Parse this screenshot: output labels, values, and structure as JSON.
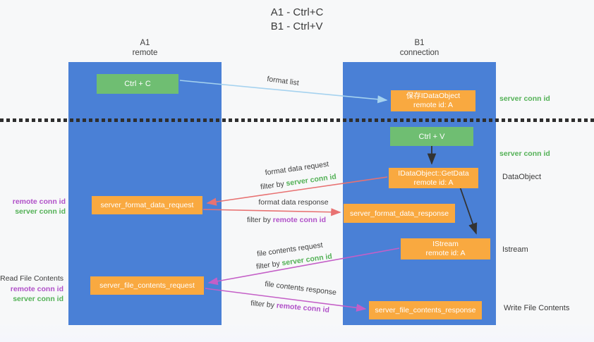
{
  "title": {
    "line1": "A1 - Ctrl+C",
    "line2": "B1 - Ctrl+V"
  },
  "columns": {
    "left": {
      "id": "A1",
      "role": "remote"
    },
    "right": {
      "id": "B1",
      "role": "connection"
    }
  },
  "nodes": {
    "ctrl_c": {
      "label": "Ctrl + C"
    },
    "ctrl_v": {
      "label": "Ctrl + V"
    },
    "save_idataobject": {
      "line1": "保存IDataObject",
      "line2": "remote id: A"
    },
    "idataobject_getdata": {
      "line1": "IDataObject::GetData",
      "line2": "remote id: A"
    },
    "istream": {
      "line1": "IStream",
      "line2": "remote id: A"
    },
    "server_format_data_request": {
      "label": "server_format_data_request"
    },
    "server_format_data_response": {
      "label": "server_format_data_response"
    },
    "server_file_contents_request": {
      "label": "server_file_contents_request"
    },
    "server_file_contents_response": {
      "label": "server_file_contents_response"
    }
  },
  "arrow_labels": {
    "format_list": "format list",
    "format_data_request": "format data request",
    "format_data_response": "format data response",
    "file_contents_request": "file contents request",
    "file_contents_response": "file contents response",
    "filter_by": "filter by",
    "server_conn_id": "server conn id",
    "remote_conn_id": "remote conn id"
  },
  "side_labels": {
    "server_conn_id_top": "server conn id",
    "server_conn_id_mid": "server conn id",
    "dataobject": "DataObject",
    "istream": "Istream",
    "write_file_contents": "Write File Contents",
    "read_file_contents": "Read File Contents",
    "remote_conn_id_top": "remote conn id",
    "server_conn_id_left_top": "server conn id",
    "remote_conn_id_bottom": "remote conn id",
    "server_conn_id_left_bottom": "server conn id"
  },
  "colors": {
    "column_blue": "#4a80d6",
    "node_green": "#6fbe72",
    "node_orange": "#f9a940",
    "accent_green": "#53b156",
    "accent_purple": "#b050c8",
    "arrow_red": "#e87272",
    "arrow_magenta": "#c45fc7",
    "arrow_blue": "#a5d2ef",
    "arrow_black": "#333333"
  }
}
